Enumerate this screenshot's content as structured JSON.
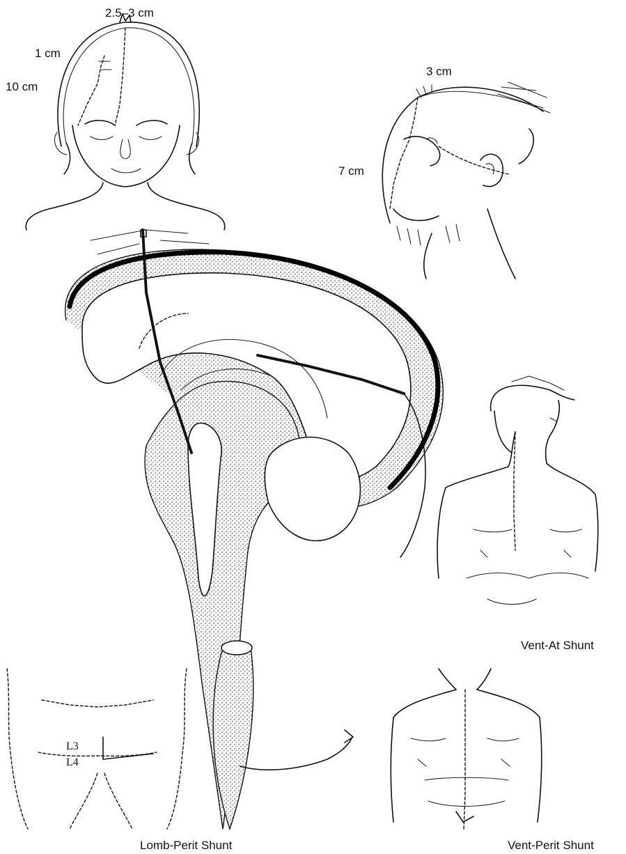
{
  "labels": {
    "front_head_top": "2.5–3 cm",
    "front_head_mid": "1 cm",
    "front_head_side": "10 cm",
    "side_head_top": "3 cm",
    "side_head_side": "7 cm",
    "vertebra_upper": "L3",
    "vertebra_lower": "L4",
    "caption_vent_at": "Vent-At Shunt",
    "caption_lomb_perit": "Lomb-Perit Shunt",
    "caption_vent_perit": "Vent-Perit Shunt"
  },
  "icons": {
    "front_head": "front-head-illustration",
    "side_head": "side-head-illustration",
    "brain": "brain-sagittal-section",
    "torso_vent_at": "torso-vent-at",
    "lumbar": "lumbar-back",
    "torso_vent_perit": "torso-vent-perit"
  }
}
